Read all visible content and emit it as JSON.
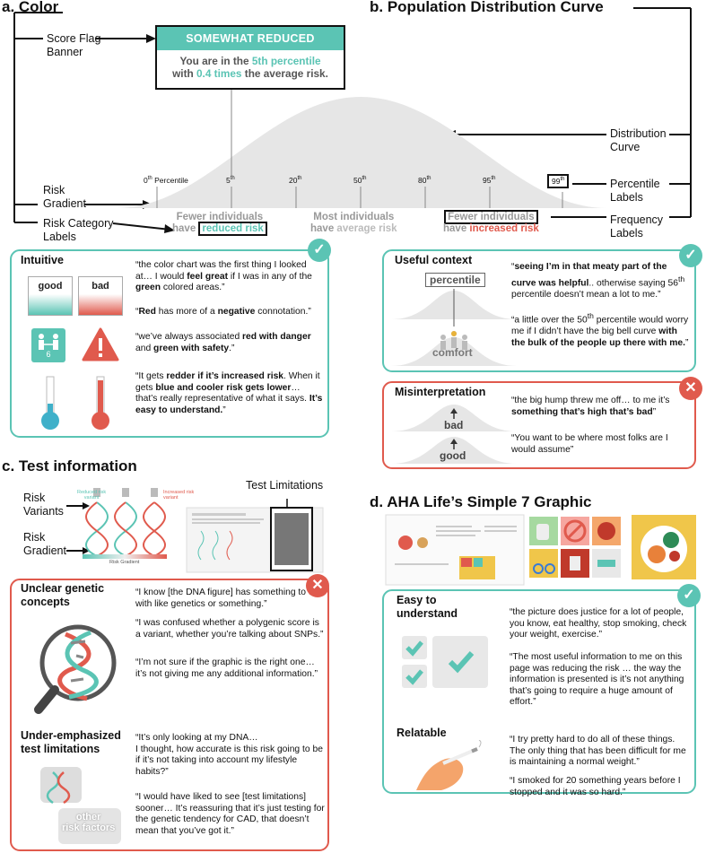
{
  "panel_a": {
    "title": "a. Color",
    "label_score_flag": "Score Flag\nBanner",
    "label_risk_gradient": "Risk\nGradient",
    "label_risk_category": "Risk Category\nLabels",
    "banner": "SOMEWHAT REDUCED",
    "risk_line1_pre": "You are in the ",
    "risk_line1_hl": "5th percentile",
    "risk_line2_pre": "with ",
    "risk_line2_hl": "0.4 times",
    "risk_line2_post": " the average risk.",
    "intuitive": {
      "title": "Intuitive",
      "good": "good",
      "bad": "bad",
      "icon_number": "6",
      "q1": "“the color chart was the first thing I looked at… I would <b>feel great</b> if I was in any of the <b>green</b> colored areas.”",
      "q2": "“<b>Red</b> has more of a <b>negative</b> connotation.”",
      "q3": "“we’ve always associated <b>red with danger</b> and <b>green with safety</b>.”",
      "q4": "“It gets <b>redder if it’s increased risk</b>. When it gets <b>blue and cooler risk gets lower</b>…  that’s really representative of what it says. <b>It’s easy to understand.</b>”"
    }
  },
  "panel_b": {
    "title": "b. Population Distribution Curve",
    "label_distribution": "Distribution\nCurve",
    "label_percentile": "Percentile\nLabels",
    "label_frequency": "Frequency\nLabels",
    "ticks": [
      {
        "num": "0",
        "sup": "th",
        "suffix": " Percentile"
      },
      {
        "num": "5",
        "sup": "th",
        "suffix": ""
      },
      {
        "num": "20",
        "sup": "th",
        "suffix": ""
      },
      {
        "num": "50",
        "sup": "th",
        "suffix": ""
      },
      {
        "num": "80",
        "sup": "th",
        "suffix": ""
      },
      {
        "num": "95",
        "sup": "th",
        "suffix": ""
      },
      {
        "num": "99",
        "sup": "th",
        "suffix": ""
      }
    ],
    "freq_low_line1": "Fewer individuals",
    "freq_low_pre": "have ",
    "freq_low_hl": "reduced risk",
    "freq_mid_line1": "Most individuals",
    "freq_mid_pre": "have ",
    "freq_mid_hl": "average risk",
    "freq_high_line1": "Fewer individuals",
    "freq_high_pre": "have ",
    "freq_high_hl": "increased risk",
    "useful": {
      "title": "Useful context",
      "percentile": "percentile",
      "comfort": "comfort",
      "q1": "“<b>seeing I’m in that meaty part of the curve was helpful</b>.. otherwise saying 56<sup>th</sup> percentile doesn’t mean a lot to me.”",
      "q2": "“a little over the 50<sup>th</sup> percentile would worry me if I didn’t have the big bell curve <b>with the bulk of the people up there with me.</b>”"
    },
    "misinterp": {
      "title": "Misinterpretation",
      "bad": "bad",
      "good": "good",
      "q1": "“the big hump threw me off… to me it’s <b>something that’s high that’s bad</b>”",
      "q2": "“You want to be where most folks are I would assume”"
    }
  },
  "panel_c": {
    "title": "c. Test information",
    "risk_variants": "Risk\nVariants",
    "risk_gradient": "Risk\nGradient",
    "test_limitations": "Test Limitations",
    "reduced_variant": "Reduced risk\nvariant",
    "increased_variant": "Increased risk\nvariant",
    "gradient_caption": "Risk Gradient",
    "unclear": {
      "title": "Unclear genetic\nconcepts",
      "q1": "“I know [the DNA figure] has something to do with like genetics or something.”",
      "q2": "“I was confused whether a polygenic score is a variant, whether you’re talking about SNPs.”",
      "q3": "“I’m not sure if the graphic is the right one…it’s not giving me any additional information.”"
    },
    "under": {
      "title": "Under-emphasized\ntest limitations",
      "puzzle_text": "other\nrisk factors",
      "q1": "“It’s only looking at my DNA…\nI thought, how accurate is this risk going to be if it’s not taking into account my lifestyle habits?”",
      "q2": "“I would have liked to see [test limitations] sooner… It’s reassuring that it’s just testing for the genetic tendency for CAD, that doesn’t mean that you’ve got it.”"
    }
  },
  "panel_d": {
    "title": "d. AHA Life’s Simple 7 Graphic",
    "easy": {
      "title": "Easy to\nunderstand",
      "q1": "“the picture does justice for a lot of people, you know, eat healthy, stop smoking, check your weight, exercise.”",
      "q2": "“The most useful information to me on this page was reducing the risk … the way the information is presented is it’s not anything that’s going to require a huge amount of effort.”"
    },
    "relatable": {
      "title": "Relatable",
      "q1": "“I try pretty hard to do all of these things. The only thing that has been difficult for me is maintaining a normal weight.”",
      "q2": "“I smoked for 20 something years before I stopped and it was so hard.”"
    }
  },
  "colors": {
    "teal": "#5bc4b4",
    "red": "#e05a4d",
    "gray_curve": "#e6e6e6",
    "blue_thermo": "#3fb0c9"
  }
}
